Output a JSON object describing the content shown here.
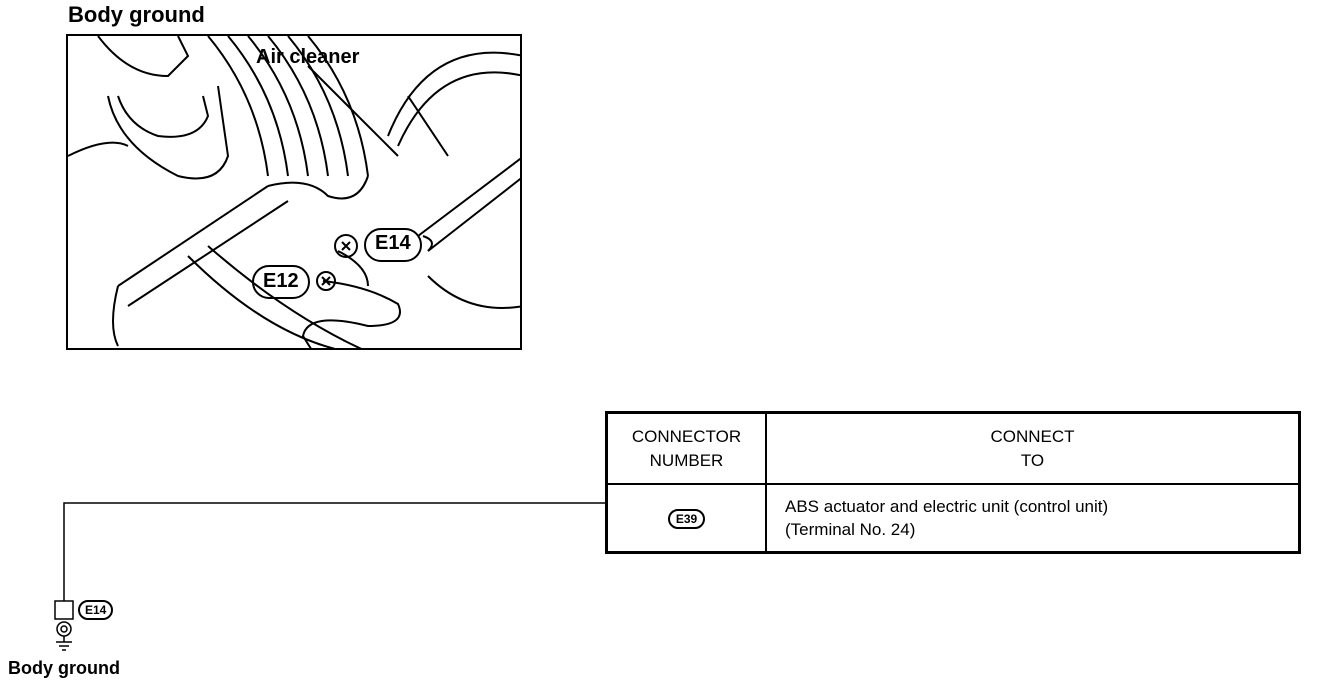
{
  "title": "Body ground",
  "photo": {
    "labels": {
      "air_cleaner": "Air cleaner",
      "e14": "E14",
      "e12": "E12"
    }
  },
  "table": {
    "headers": {
      "connector_number": "CONNECTOR\nNUMBER",
      "connect_to": "CONNECT\nTO"
    },
    "rows": [
      {
        "connector": "E39",
        "connect_to": "ABS actuator and electric unit (control unit)\n(Terminal No. 24)"
      }
    ]
  },
  "ground": {
    "connector": "E14",
    "label": "Body ground"
  }
}
